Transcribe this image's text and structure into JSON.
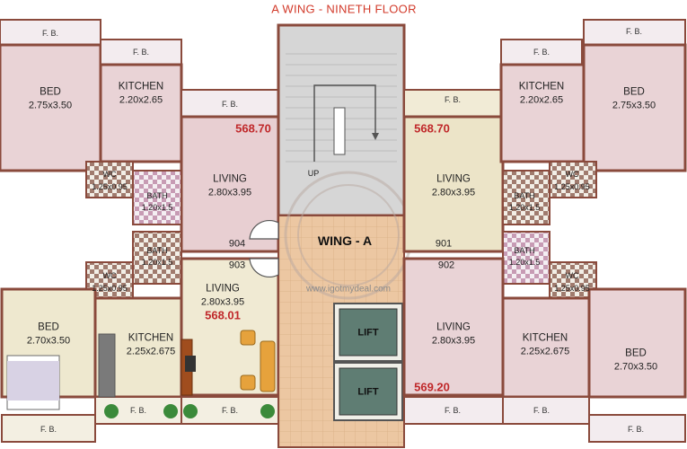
{
  "title": "A WING - NINETH FLOOR",
  "wing_label": "WING - A",
  "watermark": "www.igotmydeal.com",
  "stair_label": "UP",
  "lift_label": "LIFT",
  "fb_label": "F. B.",
  "flats": {
    "tl": {
      "area": "568.70",
      "door": "904",
      "bed_name": "BED",
      "bed_size": "2.75x3.50",
      "kitchen_name": "KITCHEN",
      "kitchen_size": "2.20x2.65",
      "living_name": "LIVING",
      "living_size": "2.80x3.95",
      "wc_name": "WC",
      "wc_size": "1.25x0.95",
      "bath_name": "BATH",
      "bath_size": "1.20x1.5"
    },
    "tr": {
      "area": "568.70",
      "door": "901",
      "bed_name": "BED",
      "bed_size": "2.75x3.50",
      "kitchen_name": "KITCHEN",
      "kitchen_size": "2.20x2.65",
      "living_name": "LIVING",
      "living_size": "2.80x3.95",
      "wc_name": "WC",
      "wc_size": "1.25x0.95",
      "bath_name": "BATH",
      "bath_size": "1.20x1.5"
    },
    "bl": {
      "area": "568.01",
      "door": "903",
      "bed_name": "BED",
      "bed_size": "2.70x3.50",
      "kitchen_name": "KITCHEN",
      "kitchen_size": "2.25x2.675",
      "living_name": "LIVING",
      "living_size": "2.80x3.95",
      "wc_name": "WC",
      "wc_size": "1.25x0.95",
      "bath_name": "BATH",
      "bath_size": "1.20x1.5"
    },
    "br": {
      "area": "569.20",
      "door": "902",
      "bed_name": "BED",
      "bed_size": "2.70x3.50",
      "kitchen_name": "KITCHEN",
      "kitchen_size": "2.25x2.675",
      "living_name": "LIVING",
      "living_size": "2.80x3.95",
      "wc_name": "WC",
      "wc_size": "1.25x0.95",
      "bath_name": "BATH",
      "bath_size": "1.20x1.5"
    }
  },
  "colors": {
    "wall": "#8a4a3c",
    "floor_pink": "#e9d3d6",
    "floor_cream": "#eee7cf",
    "corridor": "#e8c9a5",
    "stair": "#d6d6d6",
    "lift": "#5f7d73",
    "area_red": "#c0282a",
    "title_red": "#d23a2a"
  }
}
